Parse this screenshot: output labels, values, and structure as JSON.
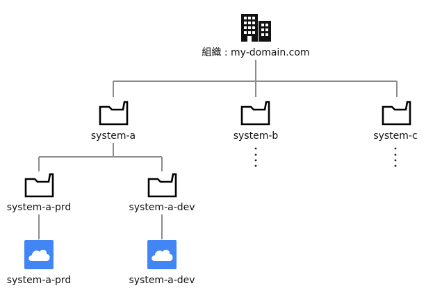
{
  "org": {
    "label": "組織 : my-domain.com",
    "icon": "building-icon"
  },
  "folders": {
    "a": {
      "label": "system-a",
      "icon": "folder-icon"
    },
    "b": {
      "label": "system-b",
      "icon": "folder-icon"
    },
    "c": {
      "label": "system-c",
      "icon": "folder-icon"
    },
    "a_prd": {
      "label": "system-a-prd",
      "icon": "folder-icon"
    },
    "a_dev": {
      "label": "system-a-dev",
      "icon": "folder-icon"
    }
  },
  "projects": {
    "prd": {
      "label": "system-a-prd",
      "icon": "cloud-icon"
    },
    "dev": {
      "label": "system-a-dev",
      "icon": "cloud-icon"
    }
  },
  "colors": {
    "connector": "#8c8c8c",
    "cloud_icon_bg": "#4285f4"
  }
}
